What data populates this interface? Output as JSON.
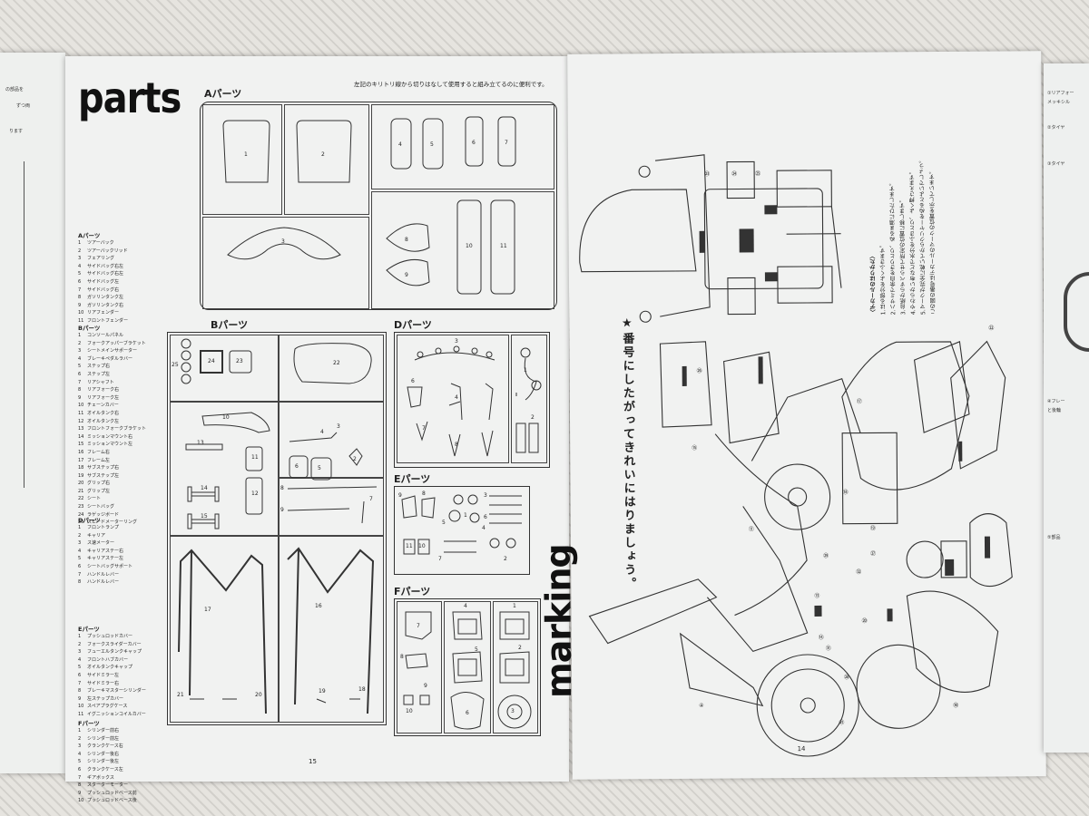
{
  "parts_page": {
    "title": "parts",
    "page_number": "15",
    "note": "左記のキリトリ線から切りはなして使用すると組み立てるのに便利です。",
    "groups": [
      {
        "title": "Aパーツ",
        "items": [
          {
            "n": "1",
            "t": "ツアーバック"
          },
          {
            "n": "2",
            "t": "ツアーバックリッド"
          },
          {
            "n": "3",
            "t": "フェアリング"
          },
          {
            "n": "4",
            "t": "サイドバッグ右左"
          },
          {
            "n": "5",
            "t": "サイドバッグ右左"
          },
          {
            "n": "6",
            "t": "サイドバッグ左"
          },
          {
            "n": "7",
            "t": "サイドバッグ右"
          },
          {
            "n": "8",
            "t": "ガソリンタンク左"
          },
          {
            "n": "9",
            "t": "ガソリンタンク右"
          },
          {
            "n": "10",
            "t": "リアフェンダー"
          },
          {
            "n": "11",
            "t": "フロントフェンダー"
          }
        ]
      },
      {
        "title": "Bパーツ",
        "items": [
          {
            "n": "1",
            "t": "コンソールパネル"
          },
          {
            "n": "2",
            "t": "フォークアッパーブラケット"
          },
          {
            "n": "3",
            "t": "シートメインサポーター"
          },
          {
            "n": "4",
            "t": "ブレーキペダルラバー"
          },
          {
            "n": "5",
            "t": "ステップ右"
          },
          {
            "n": "6",
            "t": "ステップ左"
          },
          {
            "n": "7",
            "t": "リアシャフト"
          },
          {
            "n": "8",
            "t": "リアフォーク右"
          },
          {
            "n": "9",
            "t": "リアフォーク左"
          },
          {
            "n": "10",
            "t": "チェーンカバー"
          },
          {
            "n": "11",
            "t": "オイルタンク右"
          },
          {
            "n": "12",
            "t": "オイルタンク左"
          },
          {
            "n": "13",
            "t": "フロントフォークブラケット"
          },
          {
            "n": "14",
            "t": "ミッションマウント右"
          },
          {
            "n": "15",
            "t": "ミッションマウント左"
          },
          {
            "n": "16",
            "t": "フレーム右"
          },
          {
            "n": "17",
            "t": "フレーム左"
          },
          {
            "n": "18",
            "t": "サブステップ右"
          },
          {
            "n": "19",
            "t": "サブステップ左"
          },
          {
            "n": "20",
            "t": "グリップ右"
          },
          {
            "n": "21",
            "t": "グリップ左"
          },
          {
            "n": "22",
            "t": "シート"
          },
          {
            "n": "23",
            "t": "シートバッグ"
          },
          {
            "n": "24",
            "t": "ラゲッジボード"
          },
          {
            "n": "25",
            "t": "スピードメーターリング"
          }
        ]
      },
      {
        "title": "Dパーツ",
        "items": [
          {
            "n": "1",
            "t": "フロントランプ"
          },
          {
            "n": "2",
            "t": "キャリア"
          },
          {
            "n": "3",
            "t": "ス速メーター"
          },
          {
            "n": "4",
            "t": "キャリアステー右"
          },
          {
            "n": "5",
            "t": "キャリアステー左"
          },
          {
            "n": "6",
            "t": "シートバッグサポート"
          },
          {
            "n": "7",
            "t": "ハンドルレバー"
          },
          {
            "n": "8",
            "t": "ハンドルレバー"
          }
        ]
      },
      {
        "title": "Eパーツ",
        "items": [
          {
            "n": "1",
            "t": "プッシュロッドカバー"
          },
          {
            "n": "2",
            "t": "フォークスライダーカバー"
          },
          {
            "n": "3",
            "t": "フューエルタンクキャップ"
          },
          {
            "n": "4",
            "t": "フロントハブカバー"
          },
          {
            "n": "5",
            "t": "オイルタンクキャップ"
          },
          {
            "n": "6",
            "t": "サイドミラー左"
          },
          {
            "n": "7",
            "t": "サイドミラー右"
          },
          {
            "n": "8",
            "t": "ブレーキマスターシリンダー"
          },
          {
            "n": "9",
            "t": "左ステップカバー"
          },
          {
            "n": "10",
            "t": "スペアプラグケース"
          },
          {
            "n": "11",
            "t": "イグニッションコイルカバー"
          }
        ]
      },
      {
        "title": "Fパーツ",
        "items": [
          {
            "n": "1",
            "t": "シリンダー前右"
          },
          {
            "n": "2",
            "t": "シリンダー前左"
          },
          {
            "n": "3",
            "t": "クランクケース右"
          },
          {
            "n": "4",
            "t": "シリンダー後右"
          },
          {
            "n": "5",
            "t": "シリンダー後左"
          },
          {
            "n": "6",
            "t": "クランクケース左"
          },
          {
            "n": "7",
            "t": "ギアボックス"
          },
          {
            "n": "8",
            "t": "スターターモーター"
          },
          {
            "n": "9",
            "t": "プッシュロッドベース前"
          },
          {
            "n": "10",
            "t": "プッシュロッドベース後"
          }
        ]
      }
    ],
    "sprue_titles": {
      "a": "Aパーツ",
      "b": "Bパーツ",
      "d": "Dパーツ",
      "e": "Eパーツ",
      "f": "Fパーツ"
    },
    "sprue_a_nums": [
      "1",
      "2",
      "3",
      "4",
      "5",
      "6",
      "7",
      "8",
      "9",
      "10",
      "11"
    ],
    "sprue_b_nums": [
      "25",
      "24",
      "23",
      "22",
      "10",
      "13",
      "14",
      "15",
      "11",
      "12",
      "4",
      "3",
      "6",
      "5",
      "2",
      "8",
      "9",
      "7",
      "17",
      "16",
      "21",
      "20",
      "19",
      "18"
    ],
    "sprue_d_nums": [
      "3",
      "6",
      "4",
      "1",
      "7",
      "8",
      "2"
    ],
    "sprue_e_nums": [
      "9",
      "8",
      "5",
      "1",
      "4",
      "6",
      "3",
      "11",
      "10",
      "7",
      "2"
    ],
    "sprue_f_nums": [
      "7",
      "4",
      "1",
      "8",
      "5",
      "2",
      "9",
      "10",
      "6",
      "3"
    ]
  },
  "marking_page": {
    "title": "marking",
    "page_number": "14",
    "caption": "★番号にしたがってきれいにはりましょう。",
    "note_head": "〈デカールのはりかた〉",
    "note_lines": [
      "1.はる部分をよくふきます。",
      "2.ハサミで余白をきりとり、ぬるま湯にひたします。",
      "3.台紙からすべらせて所定の位置に移します。",
      "4.やわらかい布などで水分をふきとり、よく押さえます。",
      "5.マークが完全に乾いてからクリヤーをぬるとよいでしょう。",
      "この図の番号はデカールのマークの位置を示しています。"
    ],
    "markers": [
      "㉓",
      "㉔",
      "㉕",
      "㉖",
      "⑰",
      "⑲",
      "㉒",
      "⑮",
      "⑪",
      "⑱",
      "㉙",
      "㉜",
      "㉗",
      "⑬",
      "⑭",
      "㉛",
      "㉘",
      "⑳",
      "④",
      "㉑",
      "㉚"
    ]
  },
  "left_edge": {
    "lines": [
      "の部品を",
      "ずつ両",
      "ります"
    ]
  },
  "right_edge": {
    "lines": [
      "①リアフォー",
      "メッキシル",
      "②タイヤ",
      "③タイヤ",
      "④フレー",
      "と後輪",
      "⑤部品"
    ]
  }
}
